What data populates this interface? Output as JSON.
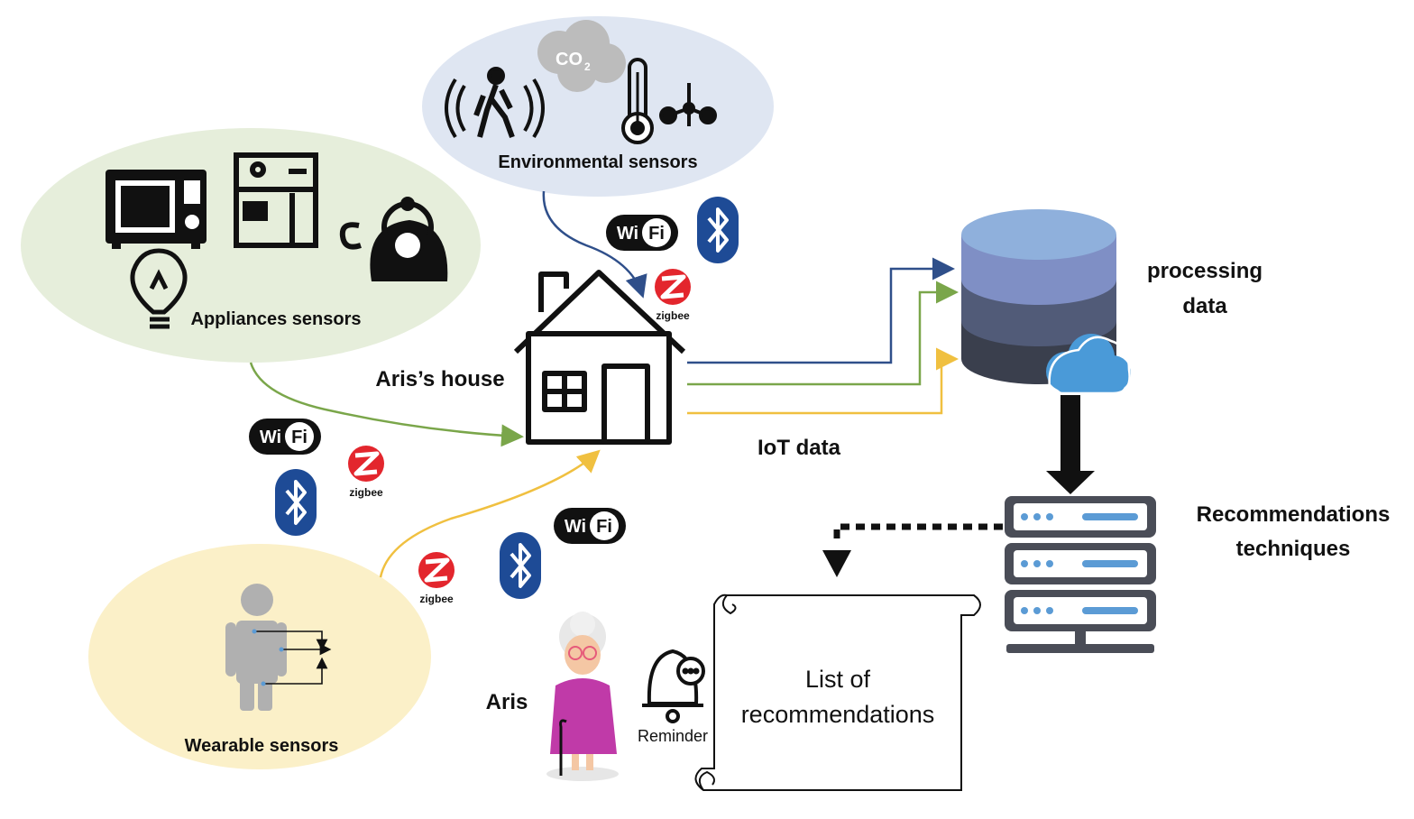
{
  "labels": {
    "environmental": "Environmental sensors",
    "appliances": "Appliances sensors",
    "wearable": "Wearable sensors",
    "house": "Aris’s house",
    "iot": "IoT data",
    "processing": "processing",
    "processing2": "data",
    "recommend": "Recommendations",
    "recommend2": "techniques",
    "aris": "Aris",
    "reminder": "Reminder",
    "list1": "List of",
    "list2": "recommendations",
    "co2": "CO",
    "co2sub": "2"
  },
  "protocols": {
    "wifi_a": "Wi",
    "wifi_b": "Fi",
    "zigbee": "zigbee",
    "bluetooth": "bluetooth"
  },
  "colors": {
    "env_bubble": "#dfe6f2",
    "app_bubble": "#e6eedb",
    "wear_bubble": "#fbf0c8",
    "blue_line": "#2f4f8a",
    "green_line": "#7aa64a",
    "yellow_line": "#f0c040",
    "db_top": "#8fb0dc",
    "db_mid1": "#7f8fc5",
    "db_mid2": "#515b78",
    "db_bottom": "#3a3f4d",
    "cloud": "#4a9ad8",
    "server": "#4a4d57",
    "server_bar": "#5b9bd5",
    "zigbee": "#e3262d",
    "bluetooth": "#1e4b96"
  }
}
